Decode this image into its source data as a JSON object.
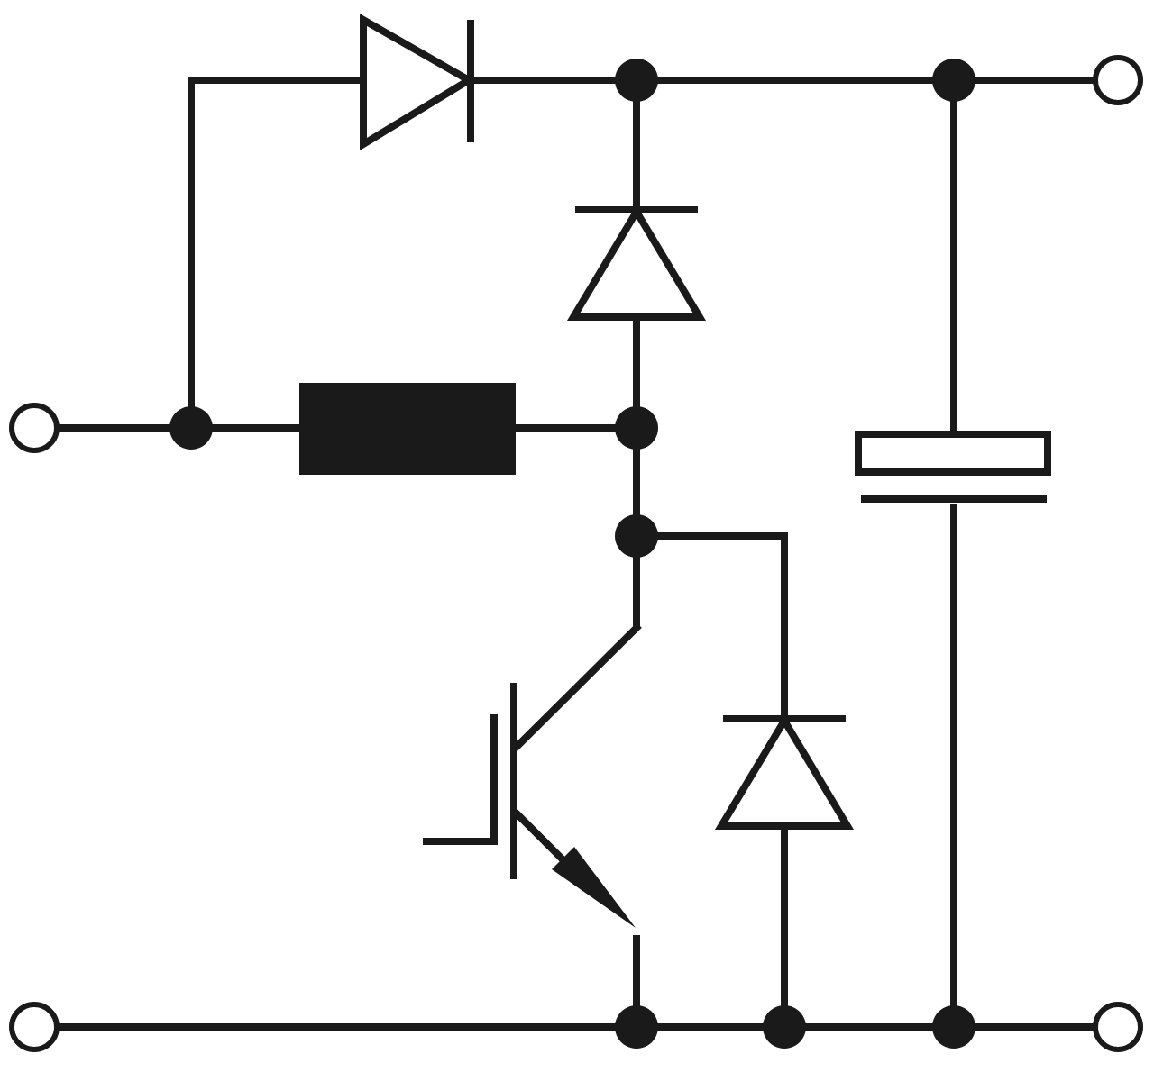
{
  "diagram": {
    "type": "circuit-schematic",
    "colors": {
      "ink": "#1a1a1a",
      "background": "#ffffff"
    },
    "components": [
      {
        "id": "inductor",
        "kind": "inductor"
      },
      {
        "id": "diode-top",
        "kind": "diode"
      },
      {
        "id": "diode-vertical",
        "kind": "diode"
      },
      {
        "id": "diode-freewheel",
        "kind": "diode"
      },
      {
        "id": "igbt",
        "kind": "igbt-transistor"
      },
      {
        "id": "capacitor",
        "kind": "polarized-capacitor"
      }
    ],
    "terminals": [
      {
        "id": "input-positive"
      },
      {
        "id": "input-negative"
      },
      {
        "id": "output-positive"
      },
      {
        "id": "output-negative"
      }
    ]
  }
}
